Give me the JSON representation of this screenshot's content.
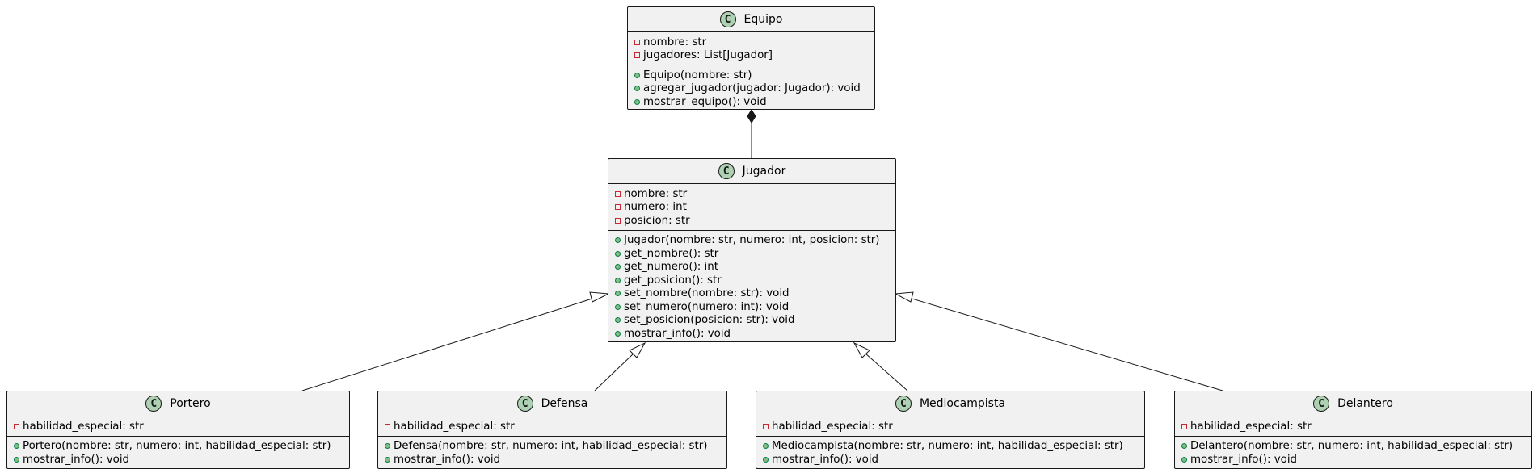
{
  "diagram": {
    "classes": [
      {
        "id": "equipo",
        "name": "Equipo",
        "icon": "C",
        "attributes": [
          {
            "visibility": "private",
            "text": "nombre: str"
          },
          {
            "visibility": "private",
            "text": "jugadores: List[Jugador]"
          }
        ],
        "methods": [
          {
            "visibility": "public",
            "text": "Equipo(nombre: str)"
          },
          {
            "visibility": "public",
            "text": "agregar_jugador(jugador: Jugador): void"
          },
          {
            "visibility": "public",
            "text": "mostrar_equipo(): void"
          }
        ]
      },
      {
        "id": "jugador",
        "name": "Jugador",
        "icon": "C",
        "attributes": [
          {
            "visibility": "private",
            "text": "nombre: str"
          },
          {
            "visibility": "private",
            "text": "numero: int"
          },
          {
            "visibility": "private",
            "text": "posicion: str"
          }
        ],
        "methods": [
          {
            "visibility": "public",
            "text": "Jugador(nombre: str, numero: int, posicion: str)"
          },
          {
            "visibility": "public",
            "text": "get_nombre(): str"
          },
          {
            "visibility": "public",
            "text": "get_numero(): int"
          },
          {
            "visibility": "public",
            "text": "get_posicion(): str"
          },
          {
            "visibility": "public",
            "text": "set_nombre(nombre: str): void"
          },
          {
            "visibility": "public",
            "text": "set_numero(numero: int): void"
          },
          {
            "visibility": "public",
            "text": "set_posicion(posicion: str): void"
          },
          {
            "visibility": "public",
            "text": "mostrar_info(): void"
          }
        ]
      },
      {
        "id": "portero",
        "name": "Portero",
        "icon": "C",
        "attributes": [
          {
            "visibility": "private",
            "text": "habilidad_especial: str"
          }
        ],
        "methods": [
          {
            "visibility": "public",
            "text": "Portero(nombre: str, numero: int, habilidad_especial: str)"
          },
          {
            "visibility": "public",
            "text": "mostrar_info(): void"
          }
        ]
      },
      {
        "id": "defensa",
        "name": "Defensa",
        "icon": "C",
        "attributes": [
          {
            "visibility": "private",
            "text": "habilidad_especial: str"
          }
        ],
        "methods": [
          {
            "visibility": "public",
            "text": "Defensa(nombre: str, numero: int, habilidad_especial: str)"
          },
          {
            "visibility": "public",
            "text": "mostrar_info(): void"
          }
        ]
      },
      {
        "id": "mediocampista",
        "name": "Mediocampista",
        "icon": "C",
        "attributes": [
          {
            "visibility": "private",
            "text": "habilidad_especial: str"
          }
        ],
        "methods": [
          {
            "visibility": "public",
            "text": "Mediocampista(nombre: str, numero: int, habilidad_especial: str)"
          },
          {
            "visibility": "public",
            "text": "mostrar_info(): void"
          }
        ]
      },
      {
        "id": "delantero",
        "name": "Delantero",
        "icon": "C",
        "attributes": [
          {
            "visibility": "private",
            "text": "habilidad_especial: str"
          }
        ],
        "methods": [
          {
            "visibility": "public",
            "text": "Delantero(nombre: str, numero: int, habilidad_especial: str)"
          },
          {
            "visibility": "public",
            "text": "mostrar_info(): void"
          }
        ]
      }
    ],
    "relations": [
      {
        "type": "composition",
        "whole": "equipo",
        "part": "jugador"
      },
      {
        "type": "inheritance",
        "parent": "jugador",
        "child": "portero"
      },
      {
        "type": "inheritance",
        "parent": "jugador",
        "child": "defensa"
      },
      {
        "type": "inheritance",
        "parent": "jugador",
        "child": "mediocampista"
      },
      {
        "type": "inheritance",
        "parent": "jugador",
        "child": "delantero"
      }
    ],
    "colors": {
      "class_fill": "#f1f1f1",
      "border": "#181818",
      "class_icon": "#add1b2",
      "private_marker": "#c82930",
      "public_marker": "#84be84",
      "public_marker_border": "#038048"
    }
  }
}
